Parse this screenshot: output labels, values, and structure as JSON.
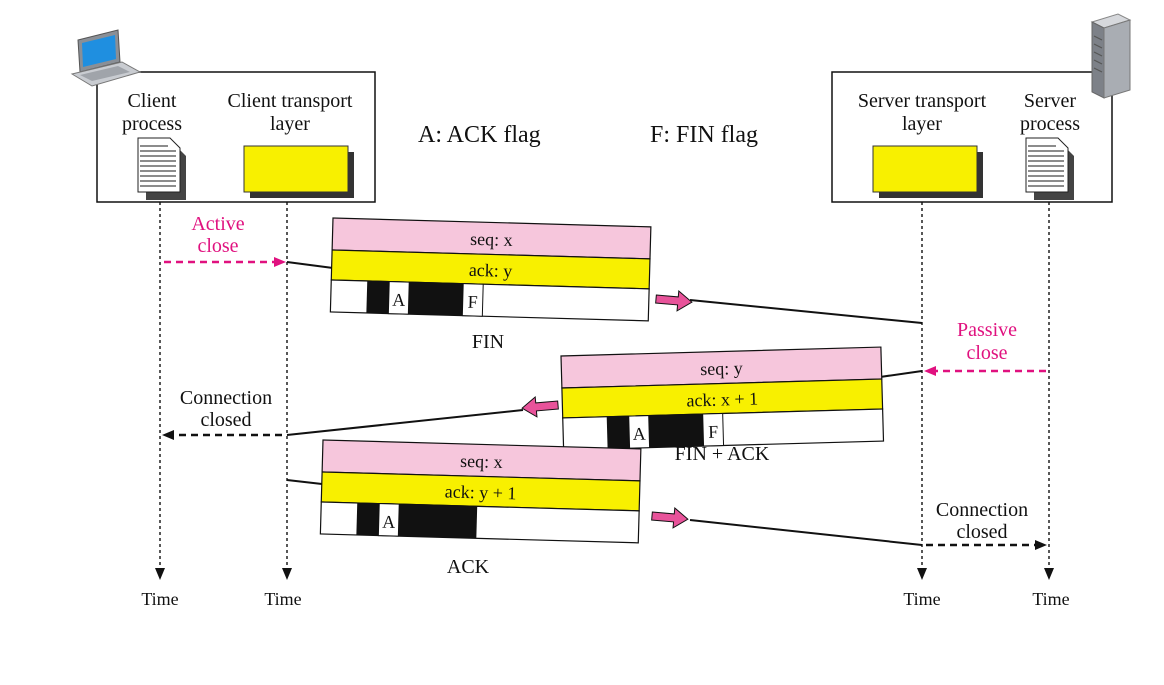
{
  "legend": {
    "ack_flag": "A: ACK flag",
    "fin_flag": "F: FIN flag"
  },
  "client": {
    "process_lines": [
      "Client",
      "process"
    ],
    "transport_lines": [
      "Client transport",
      "layer"
    ]
  },
  "server": {
    "transport_lines": [
      "Server transport",
      "layer"
    ],
    "process_lines": [
      "Server",
      "process"
    ]
  },
  "time_label": "Time",
  "events": {
    "active_close": [
      "Active",
      "close"
    ],
    "passive_close": [
      "Passive",
      "close"
    ],
    "client_connection_closed": [
      "Connection",
      "closed"
    ],
    "server_connection_closed": [
      "Connection",
      "closed"
    ]
  },
  "segments": [
    {
      "seq": "seq: x",
      "ack": "ack: y",
      "flags": [
        "A",
        "F"
      ],
      "caption": "FIN"
    },
    {
      "seq": "seq: y",
      "ack": "ack: x + 1",
      "flags": [
        "A",
        "F"
      ],
      "caption": "FIN + ACK"
    },
    {
      "seq": "seq: x",
      "ack": "ack: y + 1",
      "flags": [
        "A"
      ],
      "caption": "ACK"
    }
  ],
  "colors": {
    "seq_band": "#f6c6dc",
    "ack_band": "#f8f000",
    "pink": "#e0117f",
    "arrow_fill": "#e8539a",
    "flag_black": "#111111"
  },
  "icons": {
    "client": "laptop-icon",
    "server": "server-tower-icon",
    "process": "document-icon"
  }
}
